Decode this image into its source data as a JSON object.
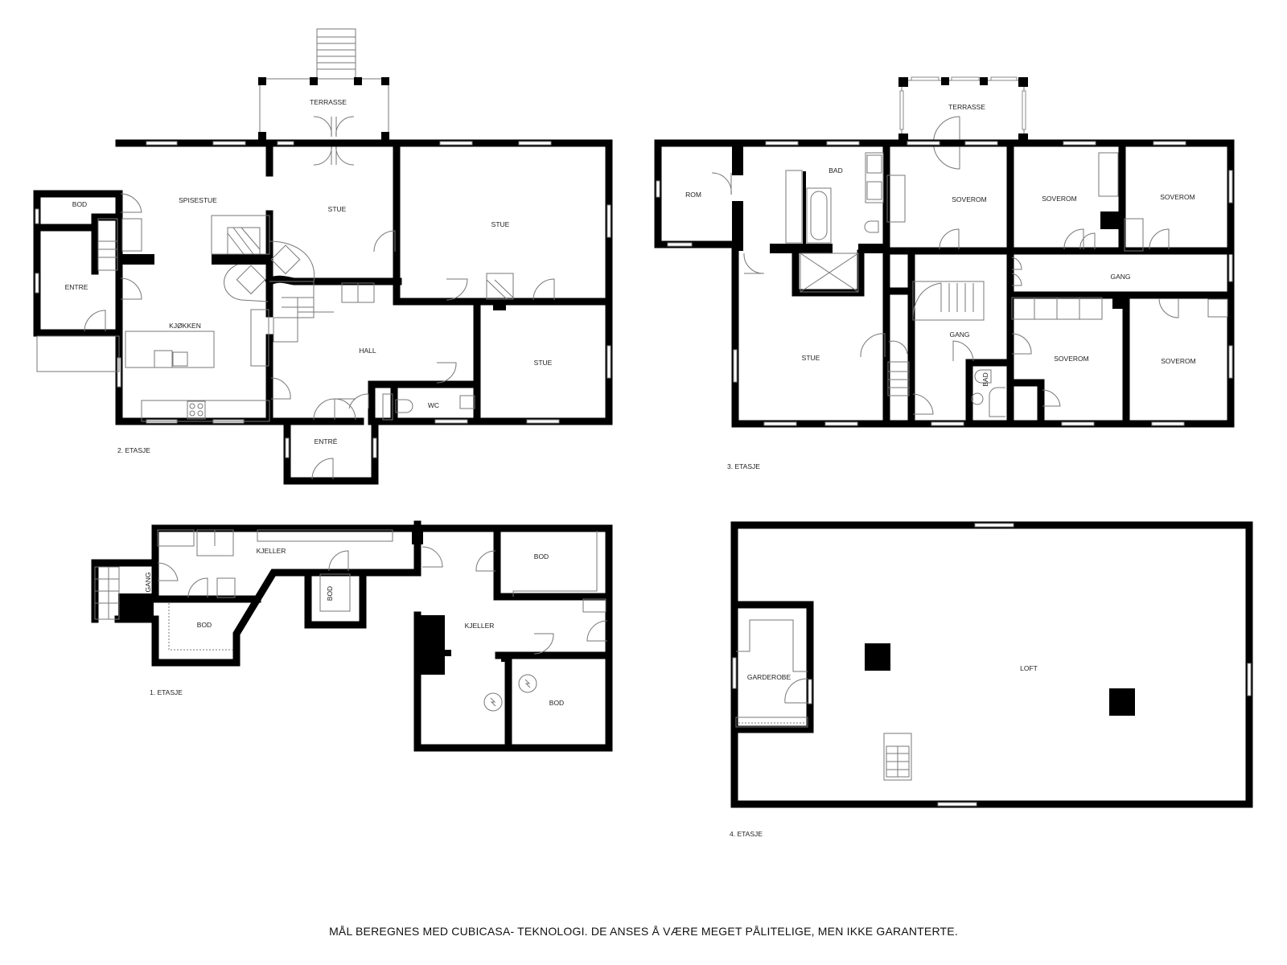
{
  "floors": {
    "etasje2": {
      "label": "2. ETASJE",
      "rooms": {
        "bod": "BOD",
        "entre": "ENTRE",
        "spisestue": "SPISESTUE",
        "kjokken": "KJØKKEN",
        "stue_a": "STUE",
        "terrasse": "TERRASSE",
        "stue_b": "STUE",
        "hall": "HALL",
        "wc": "WC",
        "stue_c": "STUE",
        "entre_front": "ENTRÉ"
      }
    },
    "etasje3": {
      "label": "3. ETASJE",
      "rooms": {
        "rom": "ROM",
        "bad": "BAD",
        "terrasse": "TERRASSE",
        "soverom_a": "SOVEROM",
        "soverom_b": "SOVEROM",
        "soverom_c": "SOVEROM",
        "gang_top": "GANG",
        "stue": "STUE",
        "gang": "GANG",
        "bad_small": "BAD",
        "soverom_d": "SOVEROM",
        "soverom_e": "SOVEROM"
      }
    },
    "etasje1": {
      "label": "1. ETASJE",
      "rooms": {
        "kjeller_a": "KJELLER",
        "gang": "GANG",
        "bod_a": "BOD",
        "bod_b": "BOD",
        "bod_c": "BOD",
        "kjeller_b": "KJELLER",
        "bod_d": "BOD"
      }
    },
    "etasje4": {
      "label": "4. ETASJE",
      "rooms": {
        "garderobe": "GARDEROBE",
        "loft": "LOFT"
      }
    }
  },
  "footer": {
    "disclaimer": "MÅL BEREGNES MED CUBICASA- TEKNOLOGI. DE ANSES Å VÆRE MEGET PÅLITELIGE, MEN IKKE GARANTERTE."
  },
  "colors": {
    "wall": "#000000",
    "fixture": "#777777",
    "background": "#ffffff"
  }
}
